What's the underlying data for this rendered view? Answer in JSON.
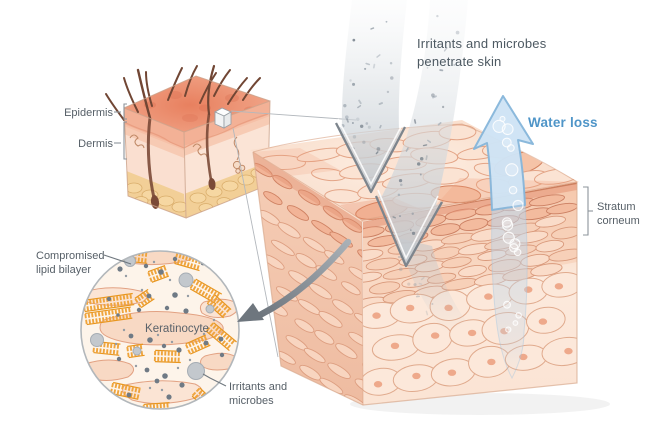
{
  "figure": {
    "annotations": {
      "penetrate_line1": "Irritants and microbes",
      "penetrate_line2": "penetrate skin",
      "water_loss": "Water loss"
    },
    "mini_cube_labels": {
      "epidermis": "Epidermis",
      "dermis": "Dermis"
    },
    "main_cube_labels": {
      "stratum_line1": "Stratum",
      "stratum_line2": "corneum"
    },
    "inset_labels": {
      "compromised_line1": "Compromised",
      "compromised_line2": "lipid bilayer",
      "keratinocyte": "Keratinocyte",
      "irritants_line1": "Irritants and",
      "irritants_line2": "microbes"
    },
    "colors": {
      "annotation_text": "#4d5962",
      "label_text": "#565f67",
      "water_text": "#4f95c8",
      "gray_arrow": "#c9ced3",
      "gray_arrow_outline": "#7d858d",
      "water_arrow_fill": "#cfe4f5",
      "water_arrow_stroke": "#88b7db",
      "connector_gray": "#6e767e",
      "lipid_bilayer_orange": "#efa43c",
      "microbe_gray": "#8f979f",
      "skin_light": "#fbe3d3",
      "skin_inflamed_red": "#e8805f",
      "fat_yellow": "#f2cf97"
    }
  }
}
